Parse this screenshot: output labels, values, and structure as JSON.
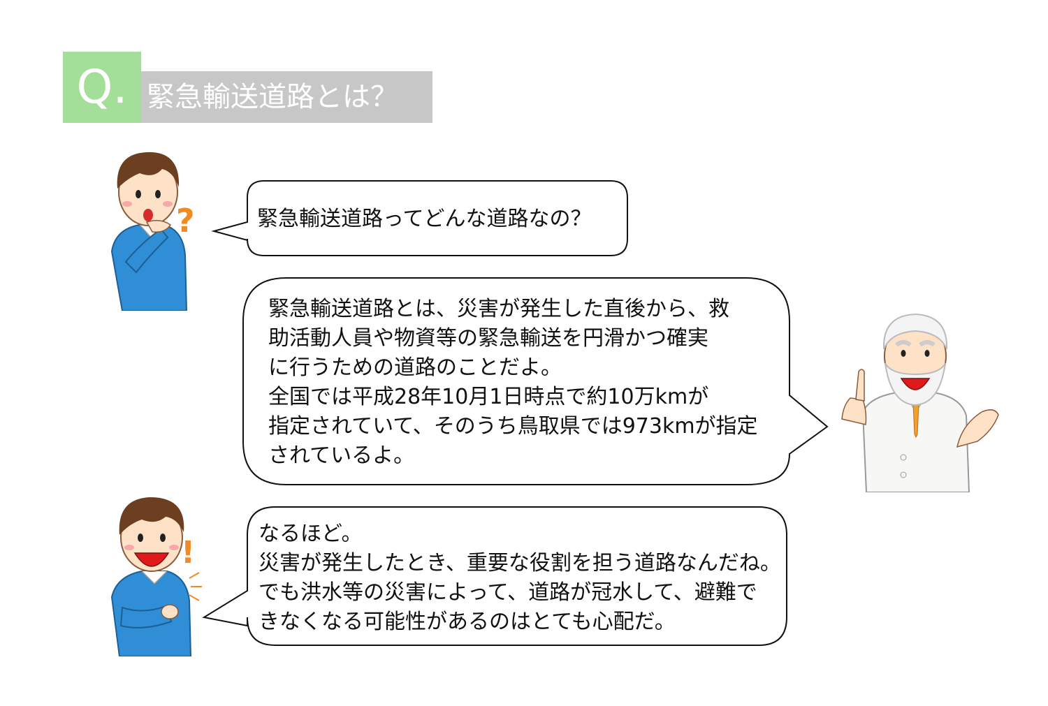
{
  "header": {
    "q_label": "Q.",
    "title": "緊急輸送道路とは？"
  },
  "dialog": {
    "boy_question": "緊急輸送道路ってどんな道路なの？",
    "professor_answer": [
      "緊急輸送道路とは、災害が発生した直後から、救",
      "助活動人員や物資等の緊急輸送を円滑かつ確実",
      "に行うための道路のことだよ。",
      "全国では平成28年10月1日時点で約10万kmが",
      "指定されていて、そのうち鳥取県では973kmが指定",
      "されているよ。"
    ],
    "boy_reply": [
      "なるほど。",
      "災害が発生したとき、重要な役割を担う道路なんだね。",
      "でも洪水等の災害によって、道路が冠水して、避難で",
      "きなくなる可能性があるのはとても心配だ。"
    ]
  },
  "colors": {
    "q_box": "#a3df99",
    "title_box": "#c7c7c7",
    "boy_shirt": "#2f8ed6",
    "boy_hair": "#6b3f1f",
    "question_mark": "#f08a24",
    "professor_tie": "#f0a030"
  },
  "icons": [
    "boy-thinking-figure",
    "question-mark-icon",
    "professor-figure",
    "boy-surprised-figure",
    "exclamation-icon"
  ]
}
